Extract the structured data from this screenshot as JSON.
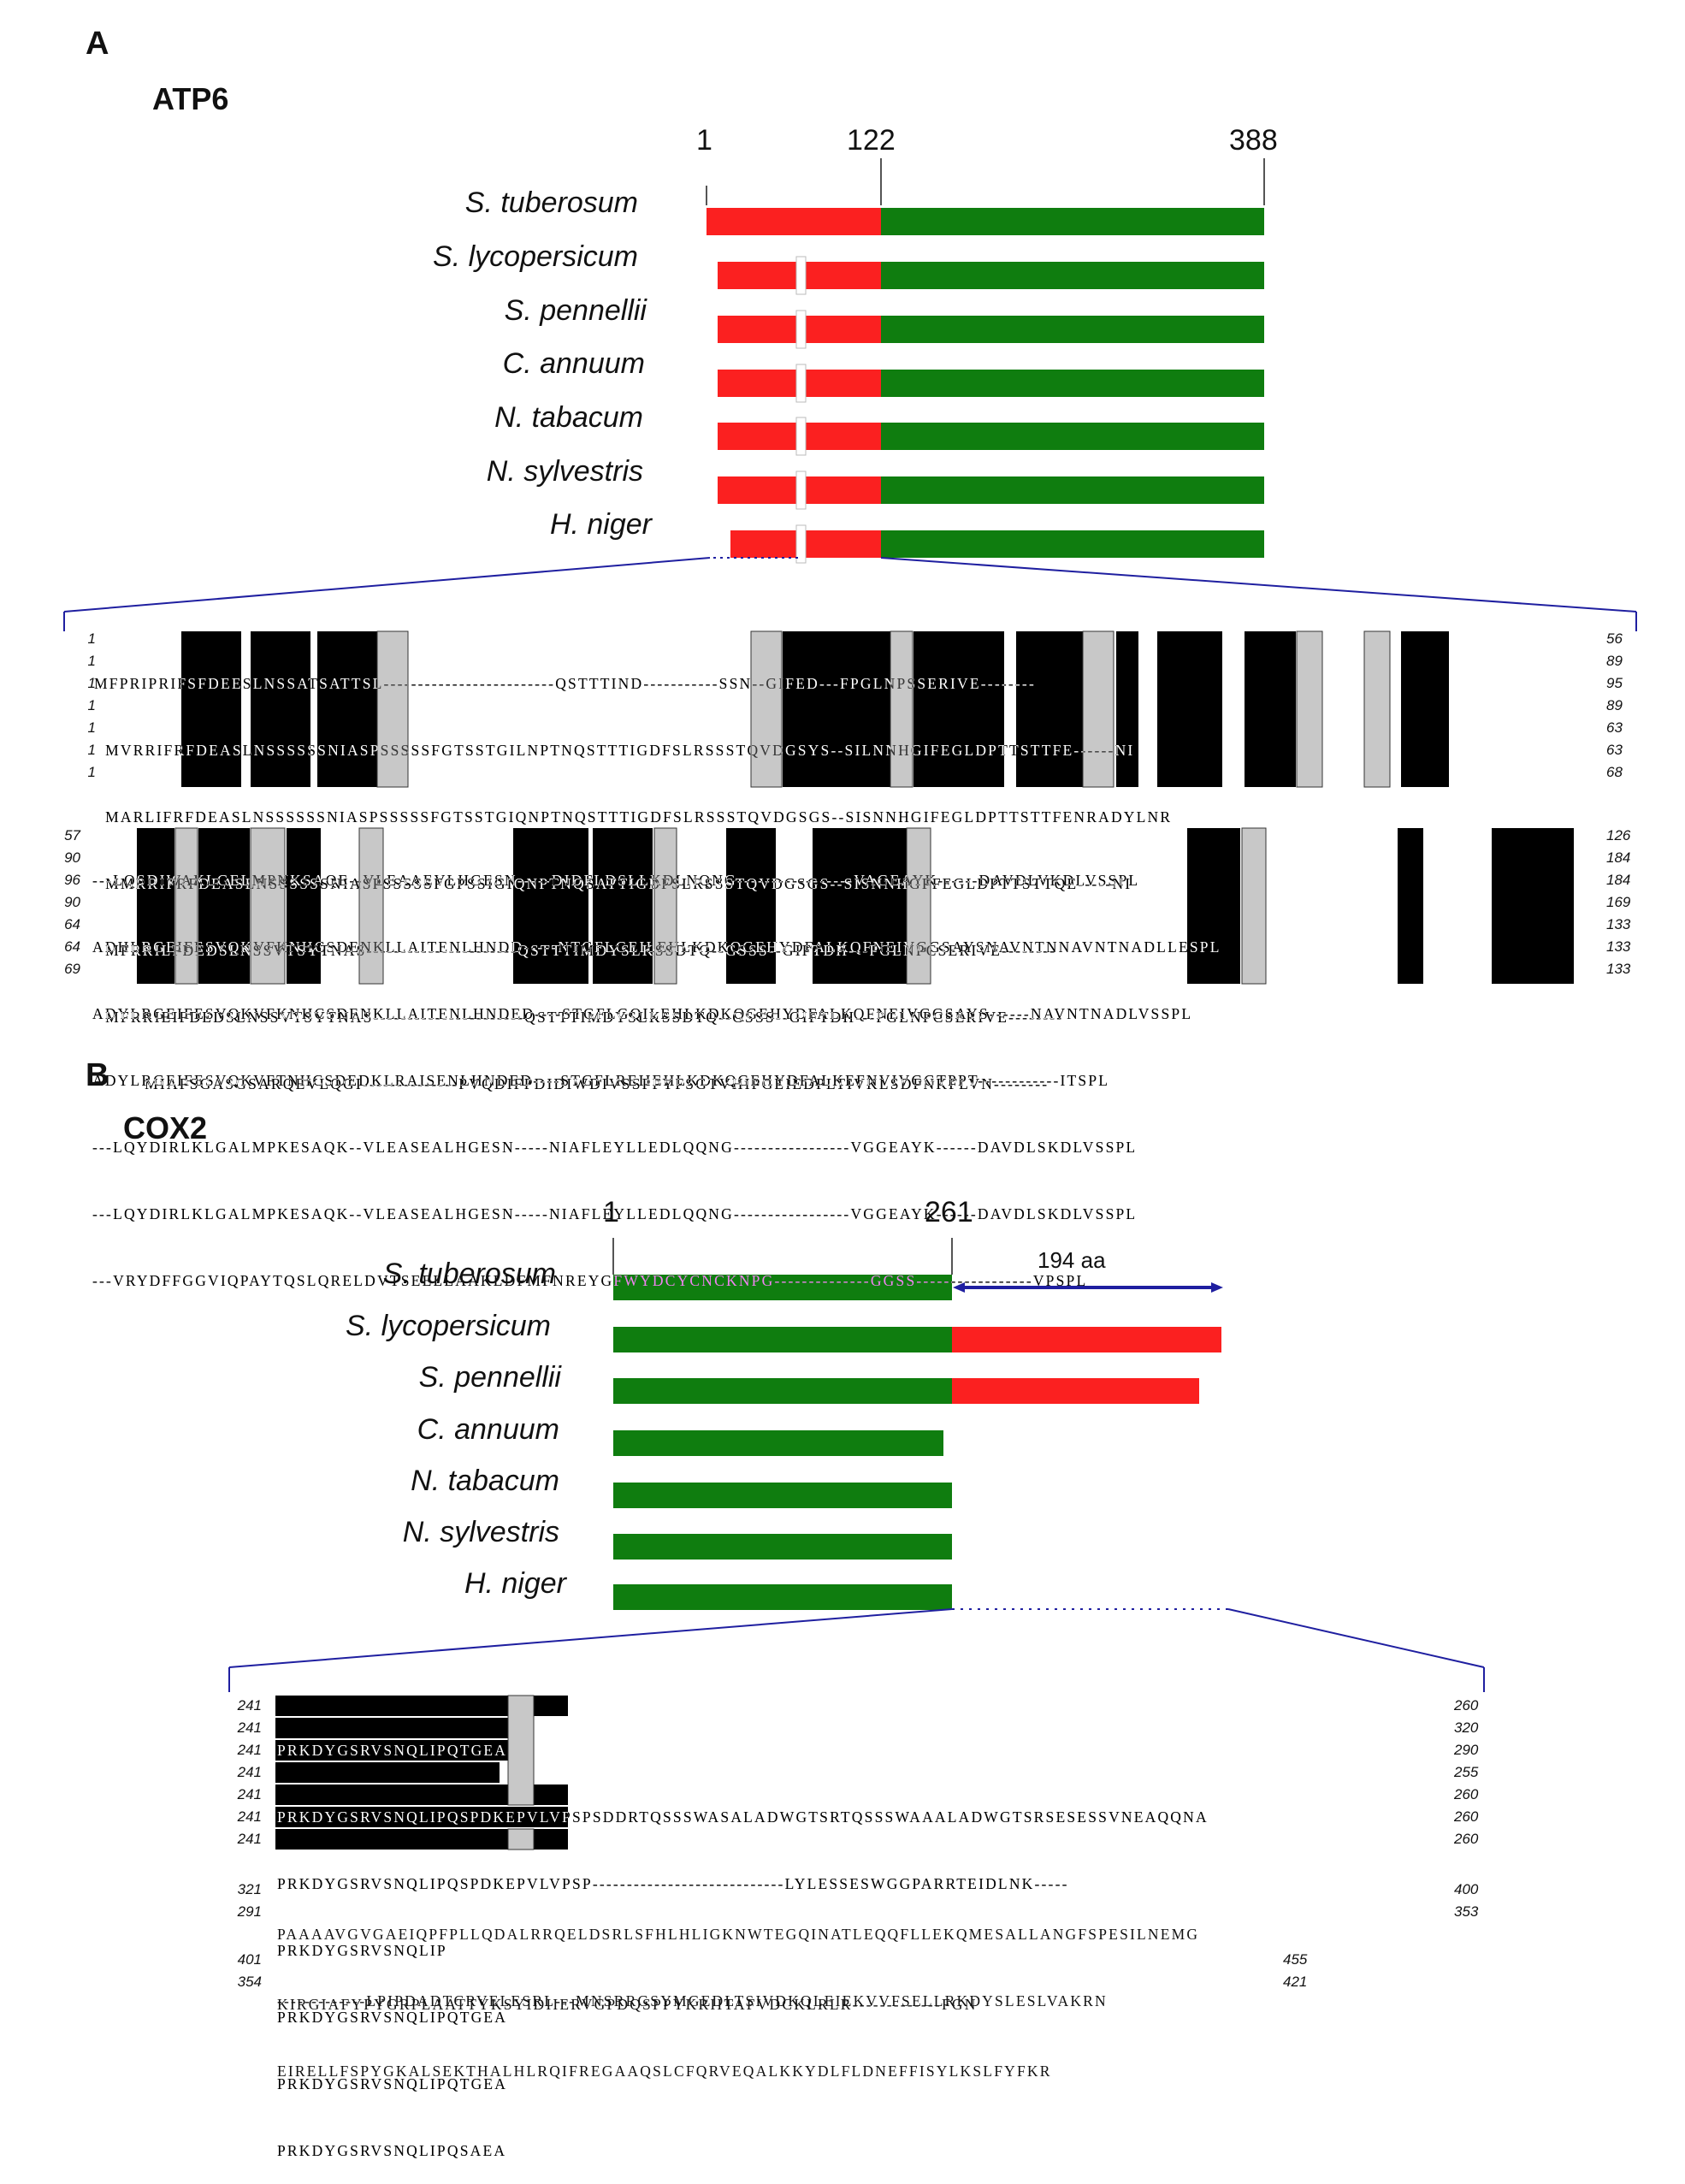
{
  "colors": {
    "red": "#fb2020",
    "green": "#0f7d0f",
    "blue": "#1f1fa0",
    "black": "#000000"
  },
  "panel_a": {
    "letter": "A",
    "gene": "ATP6",
    "positions": [
      "1",
      "122",
      "388"
    ],
    "species": [
      "S. tuberosum",
      "S. lycopersicum",
      "S. pennellii",
      "C. annuum",
      "N. tabacum",
      "N. sylvestris",
      "H. niger"
    ],
    "alignment_block1": {
      "start_numbers": [
        "1",
        "1",
        "1",
        "1",
        "1",
        "1",
        "1"
      ],
      "rows": [
        "MFPRIPRIFSFDEESLNSSATSATTSL-------------------------QSTTTIND-----------SSN--GIFED---FPGLNPSSERIVE--------",
        "  MVRRIFRFDEASLNSSSSSSNIASPSSSSSFGTSSTGILNPTNQSTTTIGDFSLRSSSTQVDGSYS--SILNNHGIFEGLDPTTSTTFE------NI",
        "  MARLIFRFDEASLNSSSSSSNIASPSSSSSFGTSSTGIQNPTNQSTTTIGDFSLRSSSTQVDGSGS--SISNNHGIFEGLDPTTSTTFENRADYLNR",
        "  MMRRIFRFDEASLNSSSSSSNIASPSSSSSFGPSSIGIQNPTNQSATTIGDFSLRSSSTQVDGSGS--SISNNHGFFEGLDPTTSTTQE-----NI",
        "  MFRRILFDEDSLNSSVTSYTNAS----------------------QSTTTIMDYSLKSSDTQ--GSSS--GIFTDH---PGLNPCSERIVE--------",
        "  MFRRIEIFDEDSLNSSVTSYTNAS----------------------QSTTTIMDYSLKSSDTQ--GSSS--GIFTDH---PGLNPCSERIVE--------",
        "         MIAPSGASGSARQEVLQGI--------------PVQDIFPDIDIWDIVSSPFYFSGTVHIPGEIEDPLTIVKLSDFNKFLVN--------"
      ],
      "end_numbers": [
        "56",
        "89",
        "95",
        "89",
        "63",
        "63",
        "68"
      ]
    },
    "alignment_block2": {
      "start_numbers": [
        "57",
        "90",
        "96",
        "90",
        "64",
        "64",
        "69"
      ],
      "rows": [
        "---LQSDIWAKLGELMPNKSAQE--VLEAAEVLHGESN-----DIDFLDSLLKDLNQNG-----------------VAGEAYK------DAVDLVKDLVSSPL",
        "ADHLRGEIFESVQKVFKNHCSDENKLLAITENLHNDD-----NTGFLGEILEHLKDKQGEHYDFALKQFNEIVGGSAYSNAVNTNNAVNTNADLLESPL",
        "ADYLRGEIFESVQKVFKNHCSDENKLLAITENLHNDED----STGFLGQILEHLKDKQGEHYDFALKQFNEIVGGSAYS------NAVNTNADLVSSPL",
        "ADYLRGEIFESVQKVFTNHCSDEDKLRAISENLHNDED----STGFLREIIEHLKDKQGEHYDFALKEFNVIVGGTPPT------------ITSPL",
        "---LQYDIRLKLGALMPKESAQK--VLEASEALHGESN-----NIAFLEYLLEDLQQNG-----------------VGGEAYK------DAVDLSKDLVSSPL",
        "---LQYDIRLKLGALMPKESAQK--VLEASEALHGESN-----NIAFLEYLLEDLQQNG-----------------VGGEAYK------DAVDLSKDLVSSPL",
        "---VRYDFFGGVIQPAYTQSLQRELDVTSEELLAAKLDFMFNREYGFWYDCYCNCKNPG--------------GGSS-----------------VPSPL"
      ],
      "end_numbers": [
        "126",
        "184",
        "184",
        "169",
        "133",
        "133",
        "133"
      ]
    }
  },
  "panel_b": {
    "letter": "B",
    "gene": "COX2",
    "positions": [
      "1",
      "261"
    ],
    "extension_label": "194 aa",
    "species": [
      "S. tuberosum",
      "S. lycopersicum",
      "S. pennellii",
      "C. annuum",
      "N. tabacum",
      "N. sylvestris",
      "H. niger"
    ],
    "alignment_block1": {
      "start_numbers": [
        "241",
        "241",
        "241",
        "241",
        "241",
        "241",
        "241"
      ],
      "rows": [
        "PRKDYGSRVSNQLIPQTGEA",
        "PRKDYGSRVSNQLIPQSPDKEPVLVPSPSDDRTQSSSWASALADWGTSRTQSSSWAAALADWGTSRSESESSVNEAQQNA",
        "PRKDYGSRVSNQLIPQSPDKEPVLVPSP----------------------------LYLESSESWGGPARRTEIDLNK-----",
        "PRKDYGSRVSNQLIP",
        "PRKDYGSRVSNQLIPQTGEA",
        "PRKDYGSRVSNQLIPQTGEA",
        "PRKDYGSRVSNQLIPQSAEA"
      ],
      "end_numbers": [
        "260",
        "320",
        "290",
        "255",
        "260",
        "260",
        "260"
      ]
    },
    "alignment_block2": {
      "start_numbers": [
        "321",
        "291"
      ],
      "rows": [
        "PAAAAVGVGAEIQPFPLLQDALRRQELDSRLSFHLHLIGKNWTEGQINATLEQQFLLEKQMESALLANGFSPESILNEMG",
        "-------------LPIPDADTCRVELESRL---MNSRRGSYMGEDLTSIVDKQLEIEKVVFSELLRKDYSLESLVAKRN"
      ],
      "end_numbers": [
        "400",
        "353"
      ]
    },
    "alignment_block3": {
      "start_numbers": [
        "401",
        "354"
      ],
      "rows": [
        "KIRGIAFYPYGRPLAATTYKSYIDIIERVGPDQSPPYKRIITAFVDCKLRLR-------------FGN",
        "EIRELLFSPYGKALSEKTHALHLRQIFREGAAQSLCFQRVEQALKKYDLFLDNEFFISYLKSLFYFKR"
      ],
      "end_numbers": [
        "455",
        "421"
      ]
    }
  }
}
